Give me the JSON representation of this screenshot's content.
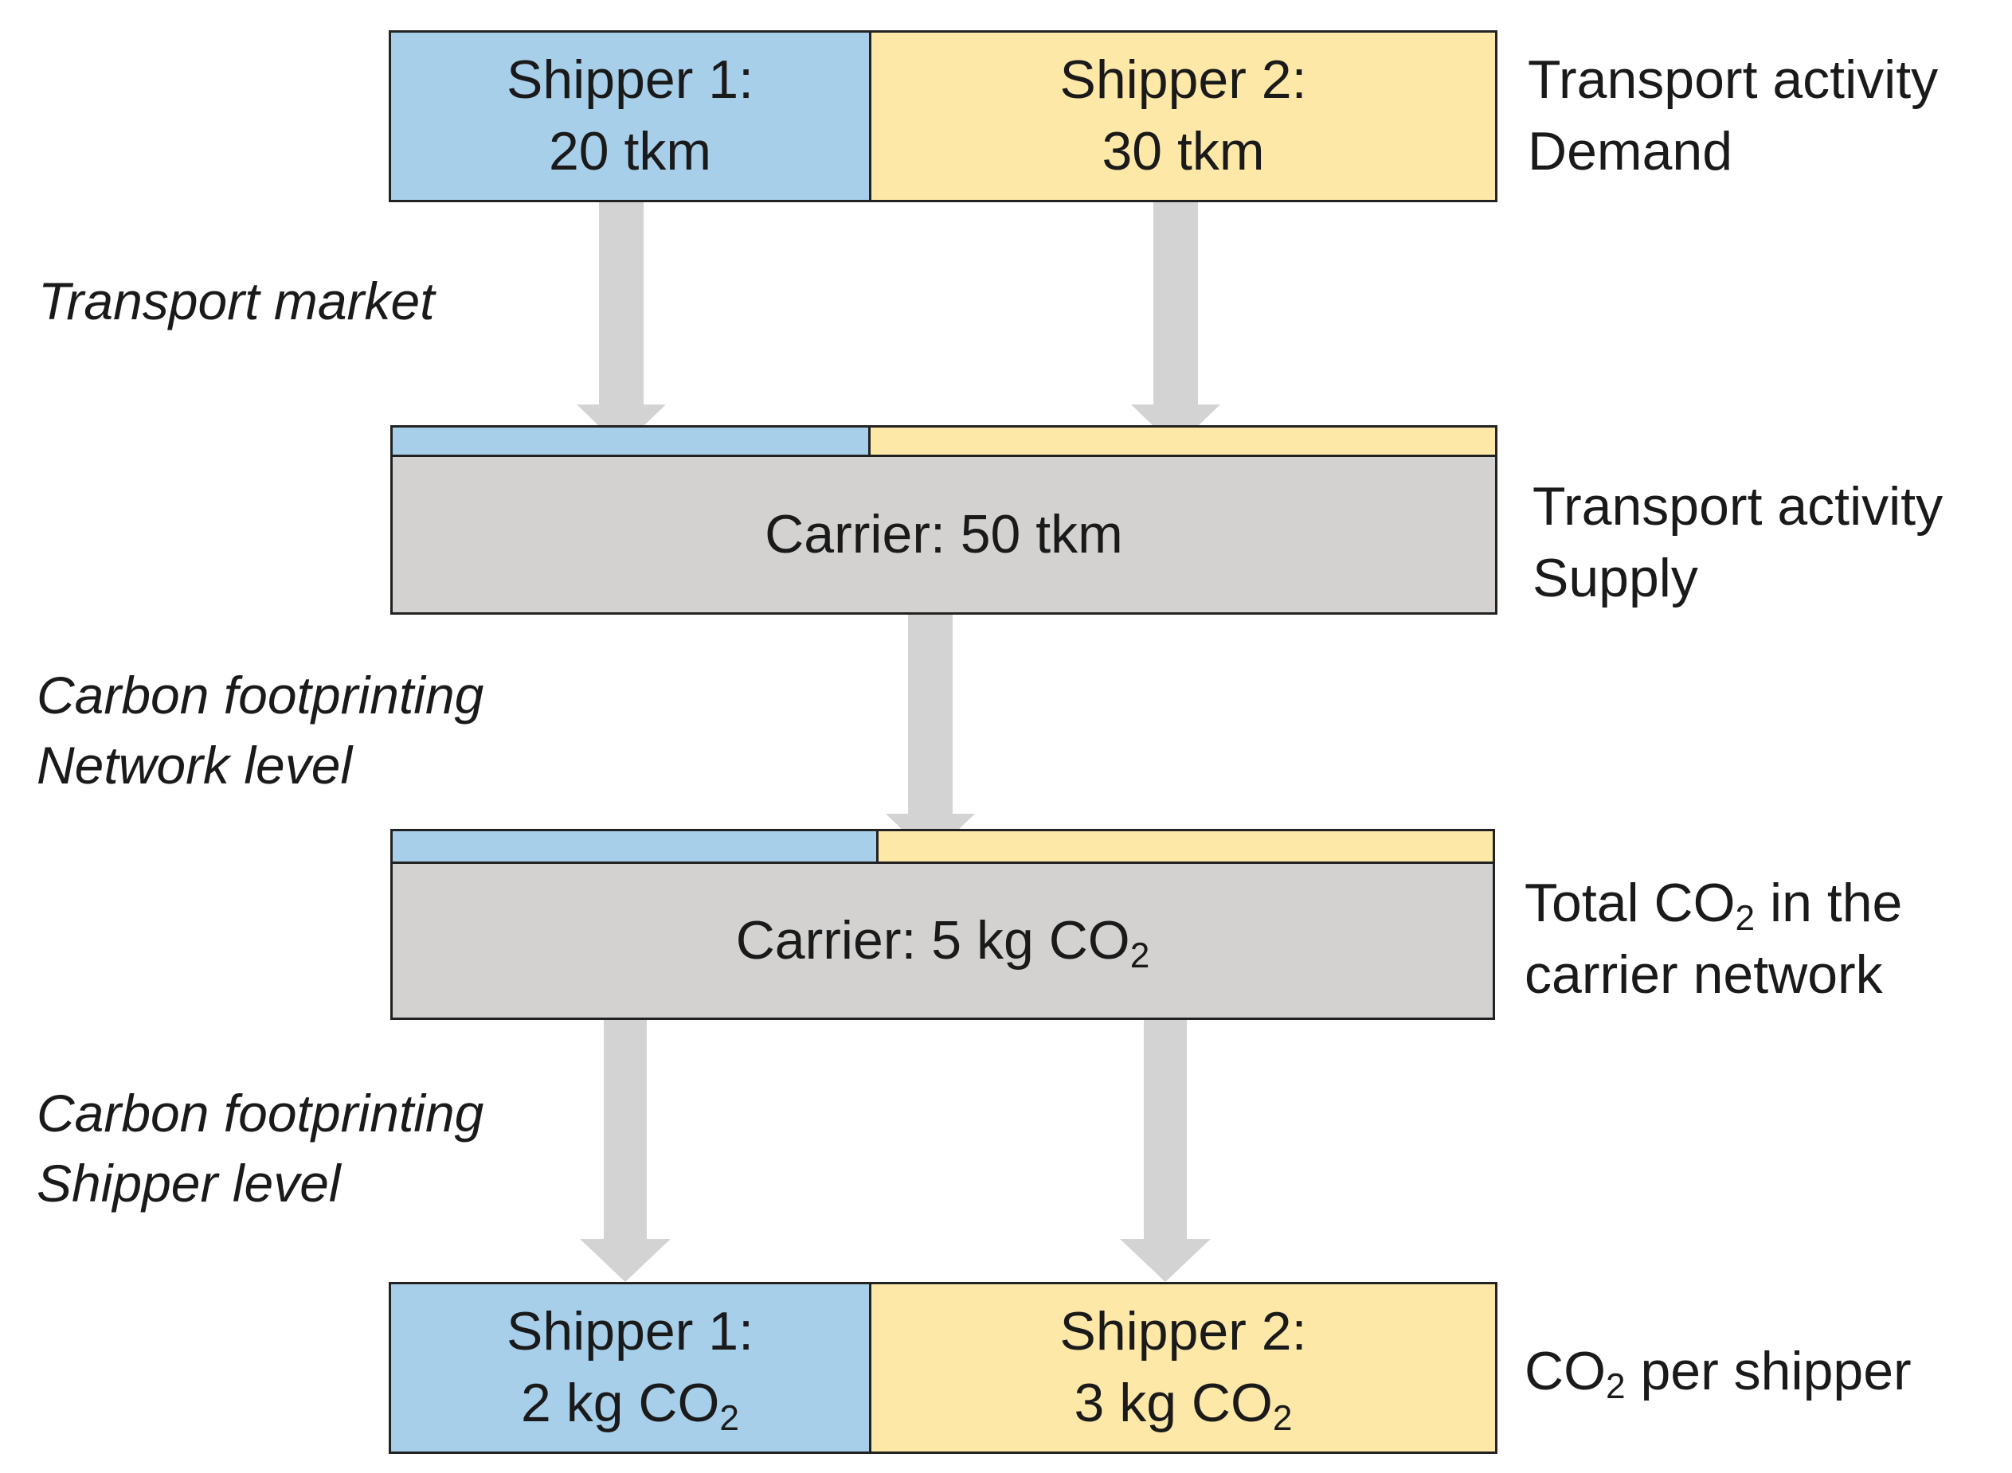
{
  "demand": {
    "shipper1": {
      "name": "Shipper 1:",
      "value": "20 tkm"
    },
    "shipper2": {
      "name": "Shipper 2:",
      "value": "30 tkm"
    },
    "label_line1": "Transport activity",
    "label_line2": "Demand"
  },
  "step1": {
    "line1": "Transport market"
  },
  "supply": {
    "text": "Carrier: 50 tkm",
    "label_line1": "Transport activity",
    "label_line2": "Supply"
  },
  "step2": {
    "line1": "Carbon footprinting",
    "line2": "Network level"
  },
  "network": {
    "text_prefix": "Carrier: 5 kg CO",
    "subscript": "2",
    "label_line1_prefix": "Total CO",
    "label_line1_sub": "2",
    "label_line1_suffix": " in the",
    "label_line2": "carrier network"
  },
  "step3": {
    "line1": "Carbon footprinting",
    "line2": "Shipper level"
  },
  "per_shipper": {
    "shipper1": {
      "name": "Shipper 1:",
      "value_prefix": "2 kg CO",
      "value_sub": "2"
    },
    "shipper2": {
      "name": "Shipper 2:",
      "value_prefix": "3 kg CO",
      "value_sub": "2"
    },
    "label_prefix": "CO",
    "label_sub": "2",
    "label_suffix": " per shipper"
  },
  "colors": {
    "shipper1": "#a7cfea",
    "shipper2": "#fde8a8",
    "carrier": "#d3d2d1",
    "arrow": "#d3d3d3",
    "border": "#222222"
  }
}
